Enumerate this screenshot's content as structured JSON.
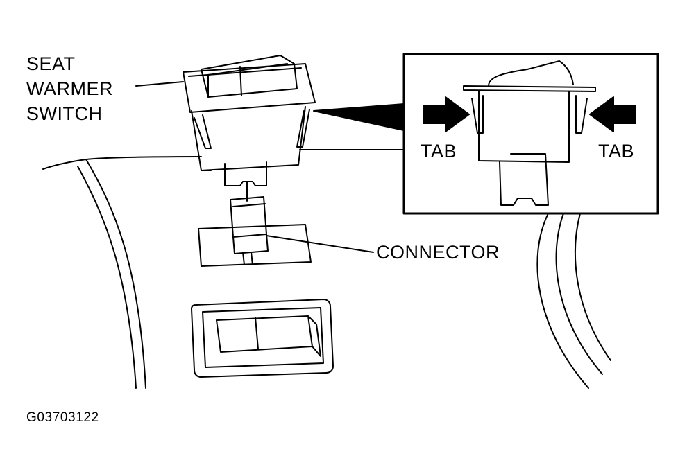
{
  "labels": {
    "seat_warmer_line1": "SEAT",
    "seat_warmer_line2": "WARMER",
    "seat_warmer_line3": "SWITCH",
    "connector": "CONNECTOR",
    "tab_left": "TAB",
    "tab_right": "TAB",
    "figure_code": "G03703122"
  },
  "colors": {
    "ink": "#000000",
    "paper": "#ffffff"
  }
}
